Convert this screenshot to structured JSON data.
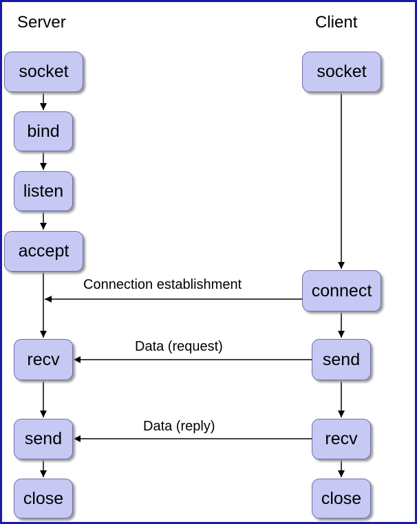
{
  "headings": {
    "server": "Server",
    "client": "Client"
  },
  "server": {
    "socket": "socket",
    "bind": "bind",
    "listen": "listen",
    "accept": "accept",
    "recv": "recv",
    "send": "send",
    "close": "close"
  },
  "client": {
    "socket": "socket",
    "connect": "connect",
    "send": "send",
    "recv": "recv",
    "close": "close"
  },
  "messages": {
    "connection": "Connection establishment",
    "request": "Data (request)",
    "reply": "Data (reply)"
  },
  "colors": {
    "node_fill": "#c7c9f4",
    "node_border": "#6d6fa3",
    "frame_border": "#1a1aa6",
    "arrow": "#000000"
  }
}
